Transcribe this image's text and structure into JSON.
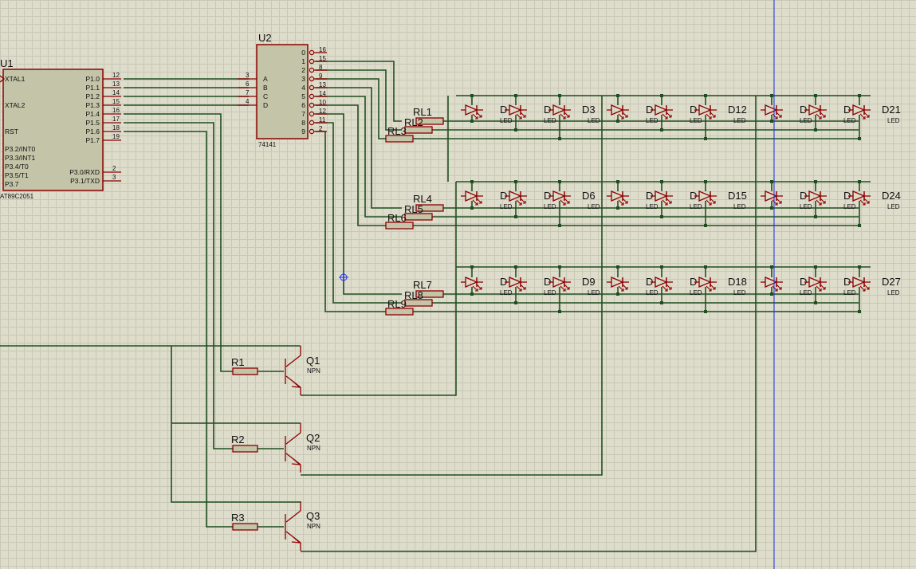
{
  "u1": {
    "ref": "U1",
    "part": "AT89C2051",
    "left_pins": [
      "XTAL1",
      "XTAL2",
      "RST",
      "P3.2/INT0",
      "P3.3/INT1",
      "P3.4/T0",
      "P3.5/T1",
      "P3.7"
    ],
    "right_pins": [
      "P1.0",
      "P1.1",
      "P1.2",
      "P1.3",
      "P1.4",
      "P1.5",
      "P1.6",
      "P1.7",
      "P3.0/RXD",
      "P3.1/TXD"
    ],
    "right_pin_nums": [
      "12",
      "13",
      "14",
      "15",
      "16",
      "17",
      "18",
      "19",
      "2",
      "3"
    ]
  },
  "u2": {
    "ref": "U2",
    "part": "74141",
    "inputs": [
      "A",
      "B",
      "C",
      "D"
    ],
    "input_nums": [
      "3",
      "6",
      "7",
      "4"
    ],
    "outputs": [
      "0",
      "1",
      "2",
      "3",
      "4",
      "5",
      "6",
      "7",
      "8",
      "9"
    ],
    "output_nums": [
      "16",
      "15",
      "8",
      "9",
      "13",
      "14",
      "10",
      "12",
      "11",
      "2"
    ]
  },
  "resistors": {
    "rows": [
      [
        "RL1",
        "RL2",
        "RL3"
      ],
      [
        "RL4",
        "RL5",
        "RL6"
      ],
      [
        "RL7",
        "RL8",
        "RL9"
      ]
    ],
    "base": [
      "R1",
      "R2",
      "R3"
    ]
  },
  "transistors": [
    {
      "ref": "Q1",
      "type": "NPN"
    },
    {
      "ref": "Q2",
      "type": "NPN"
    },
    {
      "ref": "Q3",
      "type": "NPN"
    }
  ],
  "leds": {
    "value": "LED",
    "group_last_labels": [
      [
        "D3",
        "D12",
        "D21"
      ],
      [
        "D6",
        "D15",
        "D24"
      ],
      [
        "D9",
        "D18",
        "D27"
      ]
    ],
    "partial_label": "D"
  }
}
